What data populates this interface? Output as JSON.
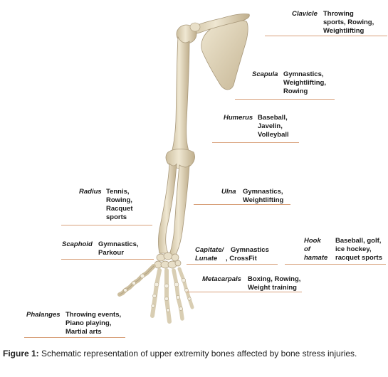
{
  "labels": {
    "clavicle": {
      "bone": "Clavicle",
      "sports": [
        "Throwing",
        "sports, Rowing,",
        "Weightlifting"
      ]
    },
    "scapula": {
      "bone": "Scapula",
      "sports": [
        "Gymnastics,",
        "Weightlifting,",
        "Rowing"
      ]
    },
    "humerus": {
      "bone": "Humerus",
      "sports": [
        "Baseball,",
        "Javelin,",
        "Volleyball"
      ]
    },
    "radius": {
      "bone": "Radius",
      "sports": [
        "Tennis,",
        "Rowing,",
        "Racquet",
        "sports"
      ]
    },
    "ulna": {
      "bone": "Ulna",
      "sports": [
        "Gymnastics,",
        "Weightlifting"
      ]
    },
    "scaphoid": {
      "bone": "Scaphoid",
      "sports": [
        "Gymnastics,",
        "Parkour"
      ]
    },
    "capitate": {
      "bone": [
        "Capitate/",
        "Lunate"
      ],
      "sports": [
        "Gymnastics",
        ", CrossFit"
      ]
    },
    "hamate": {
      "bone": [
        "Hook of",
        "hamate"
      ],
      "sports": [
        "Baseball, golf,",
        "ice hockey,",
        "racquet sports"
      ]
    },
    "metacarpals": {
      "bone": "Metacarpals",
      "sports": [
        "Boxing, Rowing,",
        "Weight training"
      ]
    },
    "phalanges": {
      "bone": "Phalanges",
      "sports": [
        "Throwing events,",
        "Piano playing,",
        "Martial arts"
      ]
    }
  },
  "caption": {
    "prefix": "Figure 1:",
    "text": "Schematic representation of upper extremity bones affected by bone stress injuries."
  },
  "colors": {
    "bone_fill": "#e6dcc4",
    "bone_shade": "#c9b99a",
    "bone_edge": "#a8987a",
    "rule": "#d8a07a"
  }
}
